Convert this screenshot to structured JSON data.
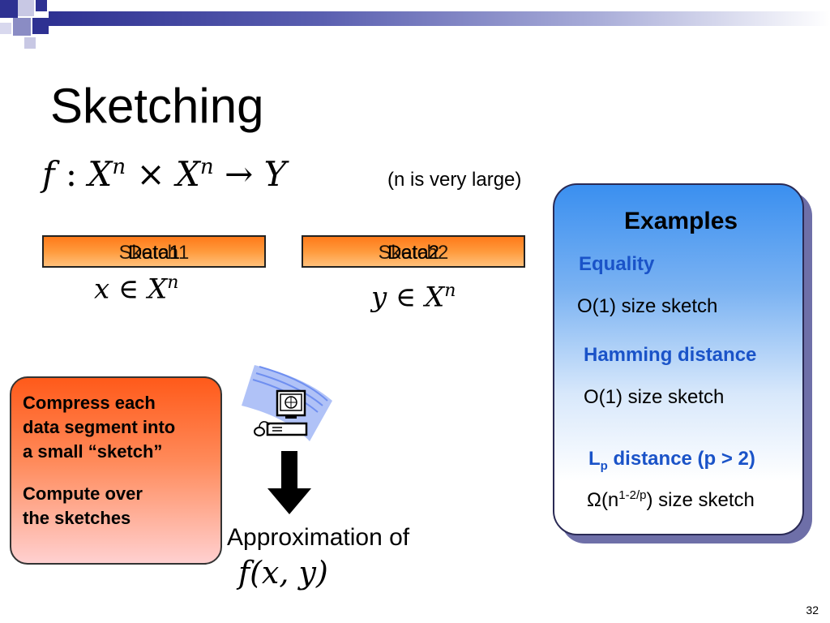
{
  "slide": {
    "title": "Sketching",
    "note": "(n is very large)",
    "page_number": "32"
  },
  "formula": {
    "f": "f",
    "colon": ":",
    "X": "X",
    "n": "n",
    "times": "×",
    "arrow": "→",
    "Y": "Y"
  },
  "data1": {
    "label_a": "Data1",
    "label_b": "Sketch1",
    "var": "x",
    "in": "∈"
  },
  "data2": {
    "label_a": "Data2",
    "label_b": "Sketch2",
    "var": "y",
    "in": "∈"
  },
  "left_panel": {
    "line1": "Compress each",
    "line2": "data segment into",
    "line3": "a small “sketch”",
    "line4": "Compute over",
    "line5": "the sketches"
  },
  "result": {
    "approx_label": "Approximation of",
    "f": "f",
    "args": "(x, y)"
  },
  "examples": {
    "title": "Examples",
    "equality_head": "Equality",
    "equality_body": "O(1) size sketch",
    "hamming_head": "Hamming distance",
    "hamming_body": "O(1) size sketch",
    "lp_head_L": "L",
    "lp_head_sub": "p",
    "lp_head_rest": " distance (p > 2)",
    "lp_body_omega": "Ω(n",
    "lp_body_sup": "1-2/p",
    "lp_body_rest": ") size sketch"
  },
  "icons": {
    "computer": "computer-icon",
    "arrow": "arrow-down-icon"
  },
  "colors": {
    "accent_blue": "#1a53c8",
    "orange_box": "#ff8a2a",
    "header_bar": "#2e3192"
  }
}
